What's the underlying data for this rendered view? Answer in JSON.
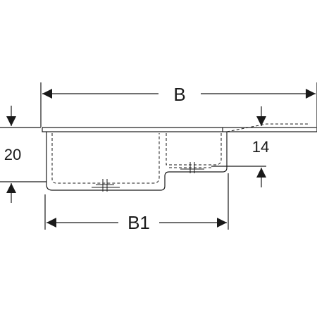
{
  "dimensions": {
    "overall_width": "B",
    "bowl_width": "B1",
    "bowl_depth": "20",
    "drainer_depth": "14"
  },
  "colors": {
    "line": "#1a1a1a",
    "background": "#ffffff"
  }
}
